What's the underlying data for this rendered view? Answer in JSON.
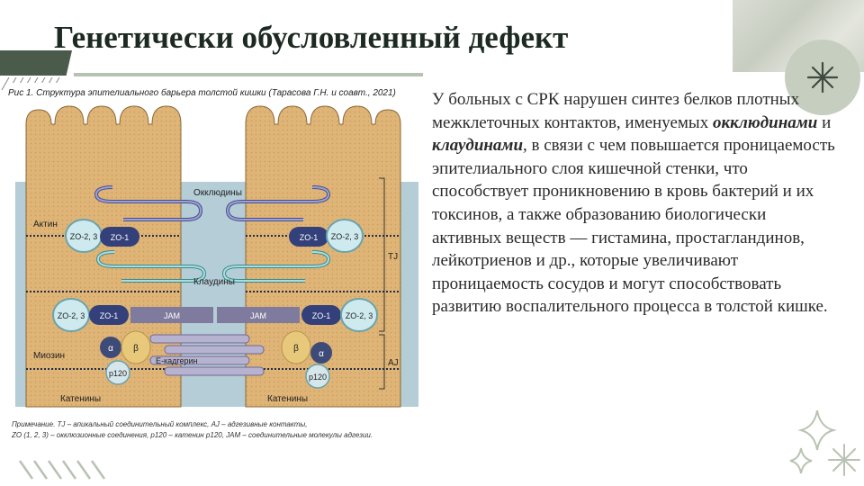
{
  "slide": {
    "title": "Генетически обусловленный дефект",
    "body": {
      "part1": "У больных с СРК нарушен синтез белков плотных межклеточных контактов, именуемых ",
      "term1": "окклюдинами",
      "part2": " и ",
      "term2": "клаудинами",
      "part3": ", в связи с чем повышается проницаемость эпителиального слоя кишечной стенки, что способствует проникновению в кровь бактерий и их токсинов, а также образованию биологически активных веществ — гистамина, простагландинов, лейкотриенов и др., которые увеличивают проницаемость сосудов и могут способствовать развитию воспалительного процесса в толстой кишке."
    }
  },
  "figure": {
    "caption": "Рис 1. Структура эпителиального барьера толстой кишки (Тарасова Г.Н. и соавт., 2021)",
    "labels": {
      "occludins": "Окклюдины",
      "actin": "Актин",
      "claudins": "Клаудины",
      "myosin": "Миозин",
      "catenins_left": "Катенины",
      "catenins_right": "Катенины",
      "e_cadherin": "Е-кадгерин",
      "tj": "TJ",
      "aj": "AJ",
      "zo23_top_left": "ZO-2, 3",
      "zo1_top_left": "ZO-1",
      "zo1_top_right": "ZO-1",
      "zo23_top_right": "ZO-2, 3",
      "zo23_mid_left": "ZO-2, 3",
      "zo1_mid_left": "ZO-1",
      "jam_left": "JAM",
      "jam_right": "JAM",
      "zo1_mid_right": "ZO-1",
      "zo23_mid_right": "ZO-2, 3",
      "alpha_left": "α",
      "beta_left": "β",
      "p120_left": "p120",
      "beta_right": "β",
      "alpha_right": "α",
      "p120_right": "p120"
    },
    "note_line1": "Примечание. TJ – апикальный соединительный комплекс, AJ – адгезивные контакты,",
    "note_line2": "ZO (1, 2, 3) – окклюзионные соединения, p120 – катенин p120, JAM – соединительные молекулы адгезии."
  }
}
